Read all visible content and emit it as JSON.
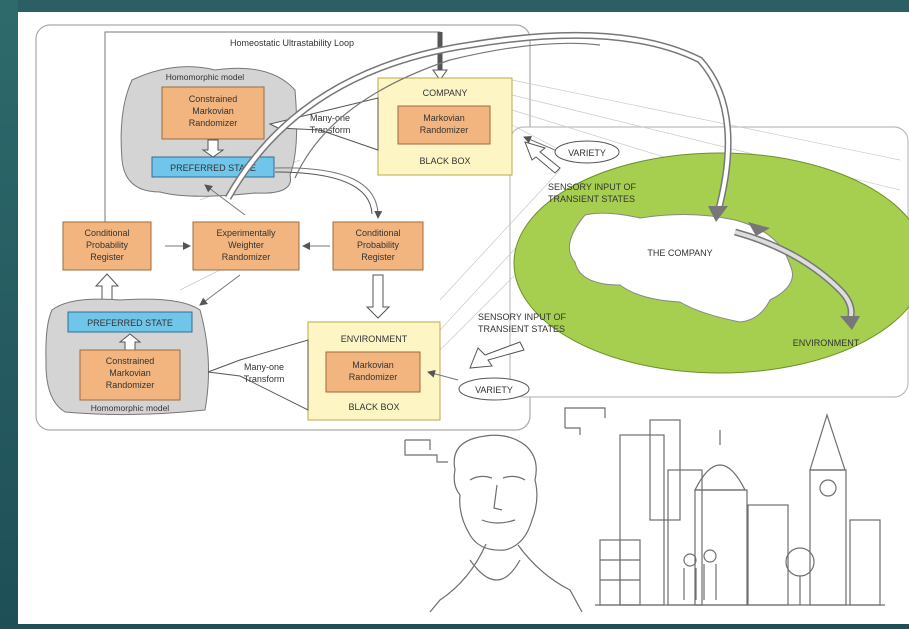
{
  "diagram": {
    "loop_title": "Homeostatic Ultrastability Loop",
    "top_model": {
      "caption": "Homomorphic model",
      "randomizer": [
        "Constrained",
        "Markovian",
        "Randomizer"
      ],
      "preferred_state": "PREFERRED STATE"
    },
    "bottom_model": {
      "caption": "Homomorphic model",
      "randomizer": [
        "Constrained",
        "Markovian",
        "Randomizer"
      ],
      "preferred_state": "PREFERRED STATE"
    },
    "registers": {
      "left": [
        "Conditional",
        "Probability",
        "Register"
      ],
      "middle": [
        "Experimentally",
        "Weighter",
        "Randomizer"
      ],
      "right": [
        "Conditional",
        "Probability",
        "Register"
      ]
    },
    "company_box": {
      "title": "COMPANY",
      "randomizer": [
        "Markovian",
        "Randomizer"
      ],
      "footer": "BLACK BOX"
    },
    "environment_box": {
      "title": "ENVIRONMENT",
      "randomizer": [
        "Markovian",
        "Randomizer"
      ],
      "footer": "BLACK BOX"
    },
    "transforms": {
      "top": [
        "Many-one",
        "Transform"
      ],
      "bottom": [
        "Many-one",
        "Transform"
      ]
    },
    "variety_top": "VARIETY",
    "variety_bottom": "VARIETY",
    "sensory_top": [
      "SENSORY INPUT OF",
      "TRANSIENT STATES"
    ],
    "sensory_bottom": [
      "SENSORY INPUT OF",
      "TRANSIENT STATES"
    ],
    "ellipse": {
      "company_label": "THE COMPANY",
      "environment_label": "ENVIRONMENT"
    }
  },
  "colors": {
    "background_frame": "#1f4f57",
    "ellipse_green": "#a6cf4f",
    "orange_box": "#f2b57f",
    "blue_state": "#6fc6ea",
    "yellow_box": "#fdf6c4",
    "model_gray": "#d4d4d4"
  },
  "illustration": {
    "items": [
      "portrait-sketch-icon",
      "city-skyline-icon"
    ]
  }
}
